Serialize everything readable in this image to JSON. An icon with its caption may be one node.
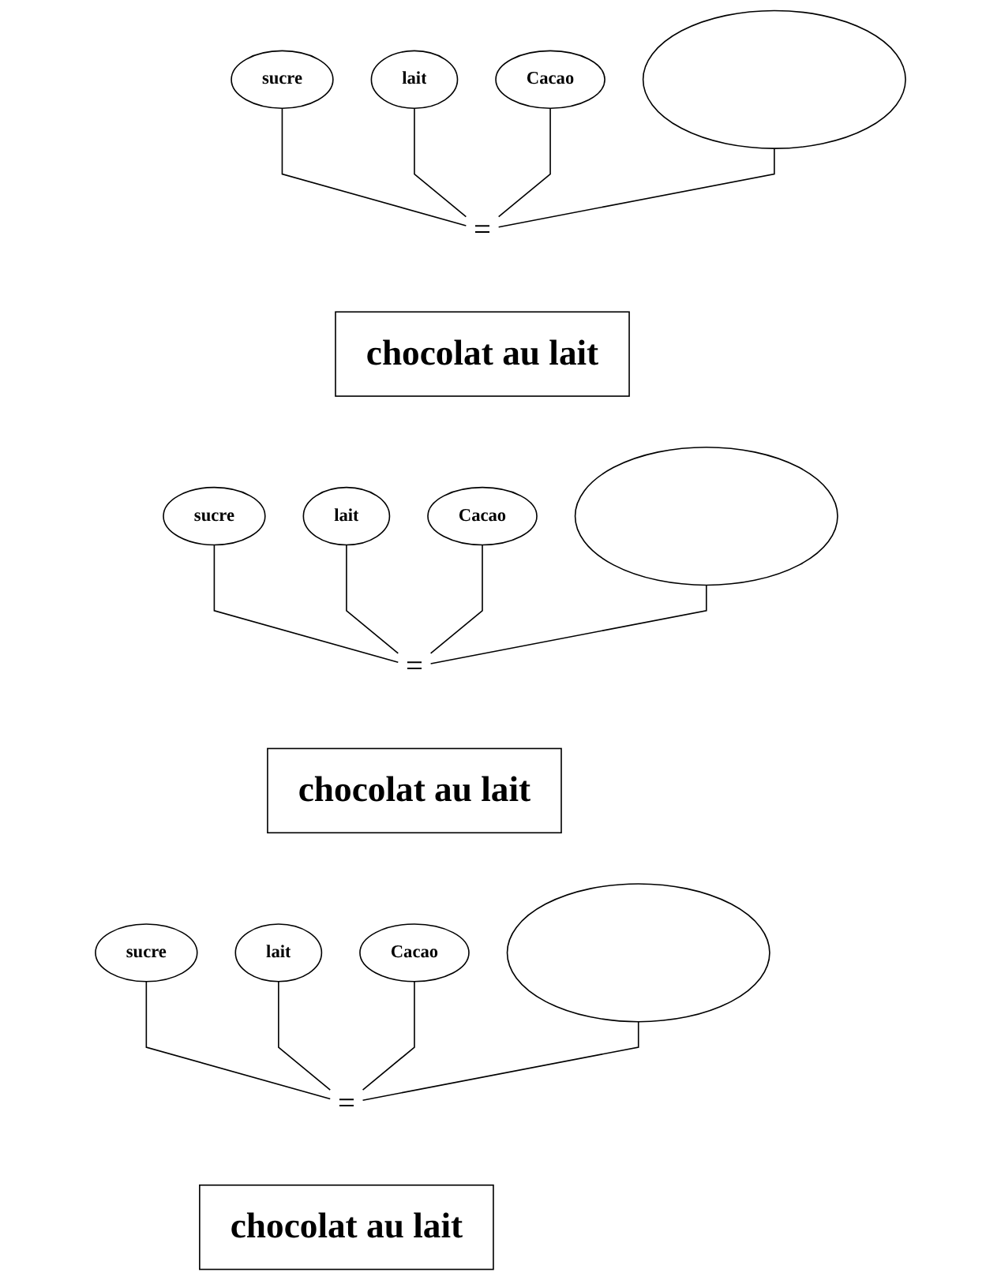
{
  "diagram": {
    "nodes": [
      {
        "text": [
          "sucre"
        ]
      },
      {
        "text": [
          "lait"
        ]
      },
      {
        "text": [
          "Cacao"
        ]
      },
      {
        "text": [],
        "shape": "ellipse"
      },
      {
        "text": [
          "="
        ]
      },
      {
        "text": [
          "chocolat au lait"
        ]
      },
      {
        "text": [
          "sucre"
        ]
      },
      {
        "text": [
          "lait"
        ]
      },
      {
        "text": [
          "Cacao"
        ]
      },
      {
        "text": [],
        "shape": "ellipse"
      },
      {
        "text": [
          "="
        ]
      },
      {
        "text": [
          "chocolat au lait"
        ]
      },
      {
        "text": [
          "sucre"
        ]
      },
      {
        "text": [
          "lait"
        ]
      },
      {
        "text": [
          "Cacao"
        ]
      },
      {
        "text": [],
        "shape": "ellipse"
      },
      {
        "text": [
          "="
        ]
      },
      {
        "text": [
          "chocolat au lait"
        ]
      }
    ],
    "edges": [
      {
        "from": 0,
        "to": 4,
        "arrow": "none"
      },
      {
        "from": 1,
        "to": 4,
        "arrow": "none"
      },
      {
        "from": 2,
        "to": 4,
        "arrow": "none"
      },
      {
        "from": 3,
        "to": 4,
        "arrow": "none"
      },
      {
        "from": 6,
        "to": 10,
        "arrow": "none"
      },
      {
        "from": 7,
        "to": 10,
        "arrow": "none"
      },
      {
        "from": 8,
        "to": 10,
        "arrow": "none"
      },
      {
        "from": 9,
        "to": 10,
        "arrow": "none"
      },
      {
        "from": 12,
        "to": 16,
        "arrow": "none"
      },
      {
        "from": 13,
        "to": 16,
        "arrow": "none"
      },
      {
        "from": 14,
        "to": 16,
        "arrow": "none"
      },
      {
        "from": 15,
        "to": 16,
        "arrow": "none"
      }
    ]
  }
}
